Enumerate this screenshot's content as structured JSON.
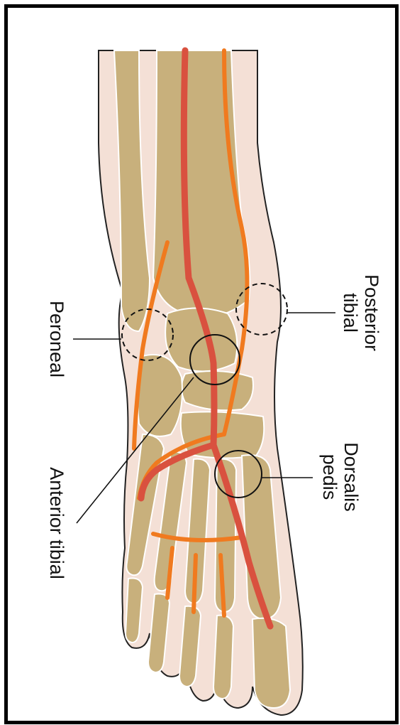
{
  "labels": {
    "peroneal": "Peroneal",
    "anterior_tibial": "Anterior tibial",
    "posterior_tibial_1": "Posterior",
    "posterior_tibial_2": "tibial",
    "dorsalis_pedis_1": "Dorsalis",
    "dorsalis_pedis_2": "pedis"
  },
  "colors": {
    "skin": "#f4e0d6",
    "bone": "#c8b07c",
    "artery_red": "#d9513f",
    "artery_orange": "#f07a1f",
    "outline": "#222222"
  }
}
